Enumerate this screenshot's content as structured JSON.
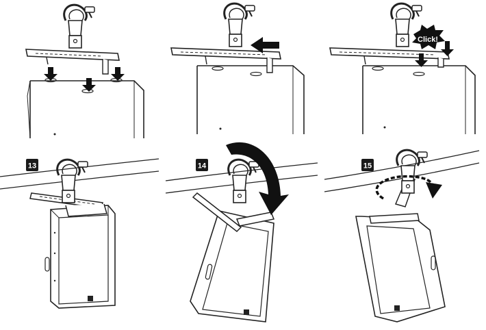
{
  "steps": {
    "step13": "13",
    "step14": "14",
    "step15": "15"
  },
  "callouts": {
    "click": "Click!"
  },
  "colors": {
    "line": "#222222",
    "arrow": "#111111",
    "badge": "#1a1a1a",
    "badge_text": "#ffffff",
    "speaker_fill": "#ffffff"
  },
  "icons": [
    "clamp-icon",
    "bracket-icon",
    "speaker-icon",
    "arrow-icon",
    "rotate-arrow-icon",
    "burst-icon"
  ]
}
